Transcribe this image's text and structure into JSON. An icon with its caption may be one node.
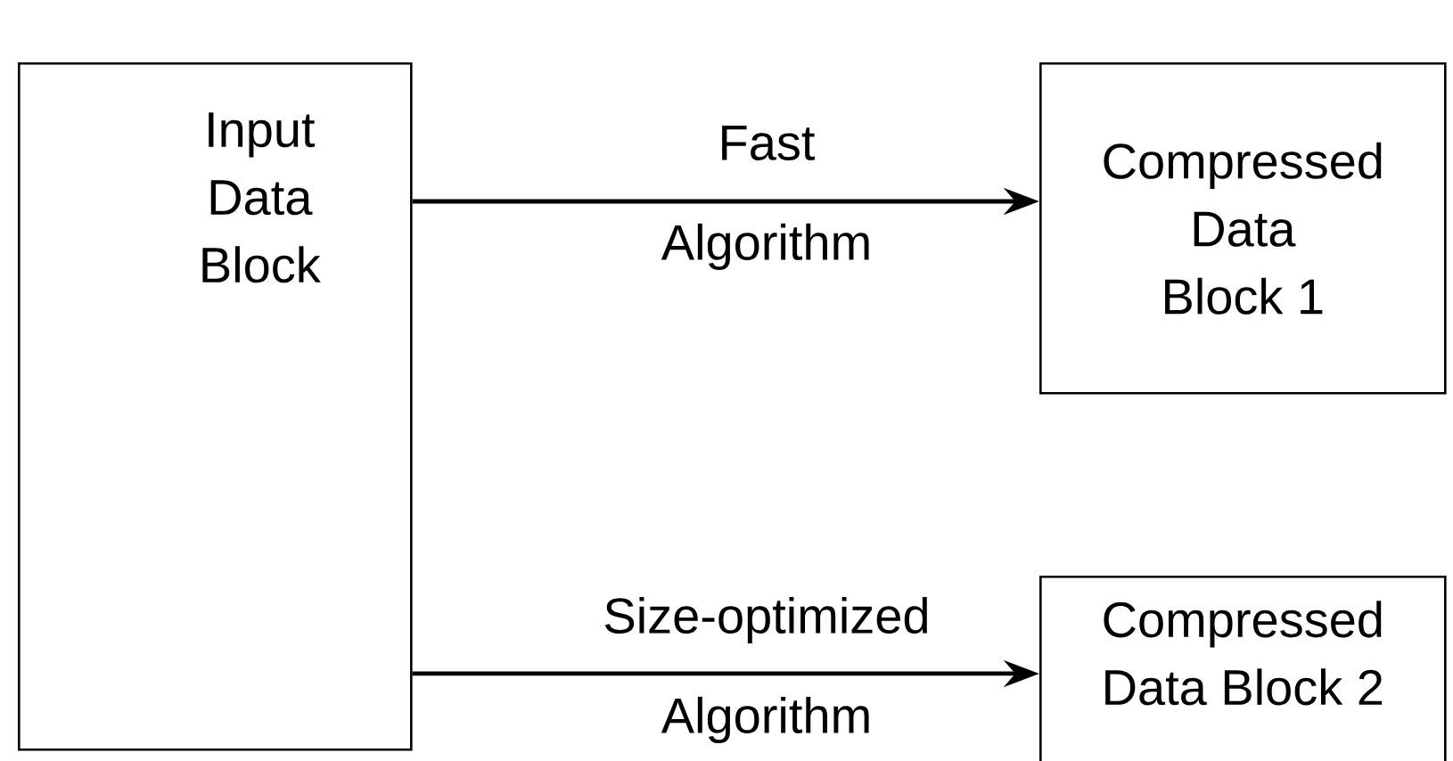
{
  "diagram": {
    "nodes": [
      {
        "text": [
          "Input Data Block"
        ]
      },
      {
        "text": [
          "Compressed Data Block 1"
        ]
      },
      {
        "text": [
          "Compressed Data Block 2"
        ]
      }
    ],
    "edges": [
      {
        "from": 0,
        "to": 1,
        "arrow": "to",
        "label": "Fast Algorithm"
      },
      {
        "from": 0,
        "to": 2,
        "arrow": "to",
        "label": "Size-optimized Algorithm"
      }
    ]
  }
}
